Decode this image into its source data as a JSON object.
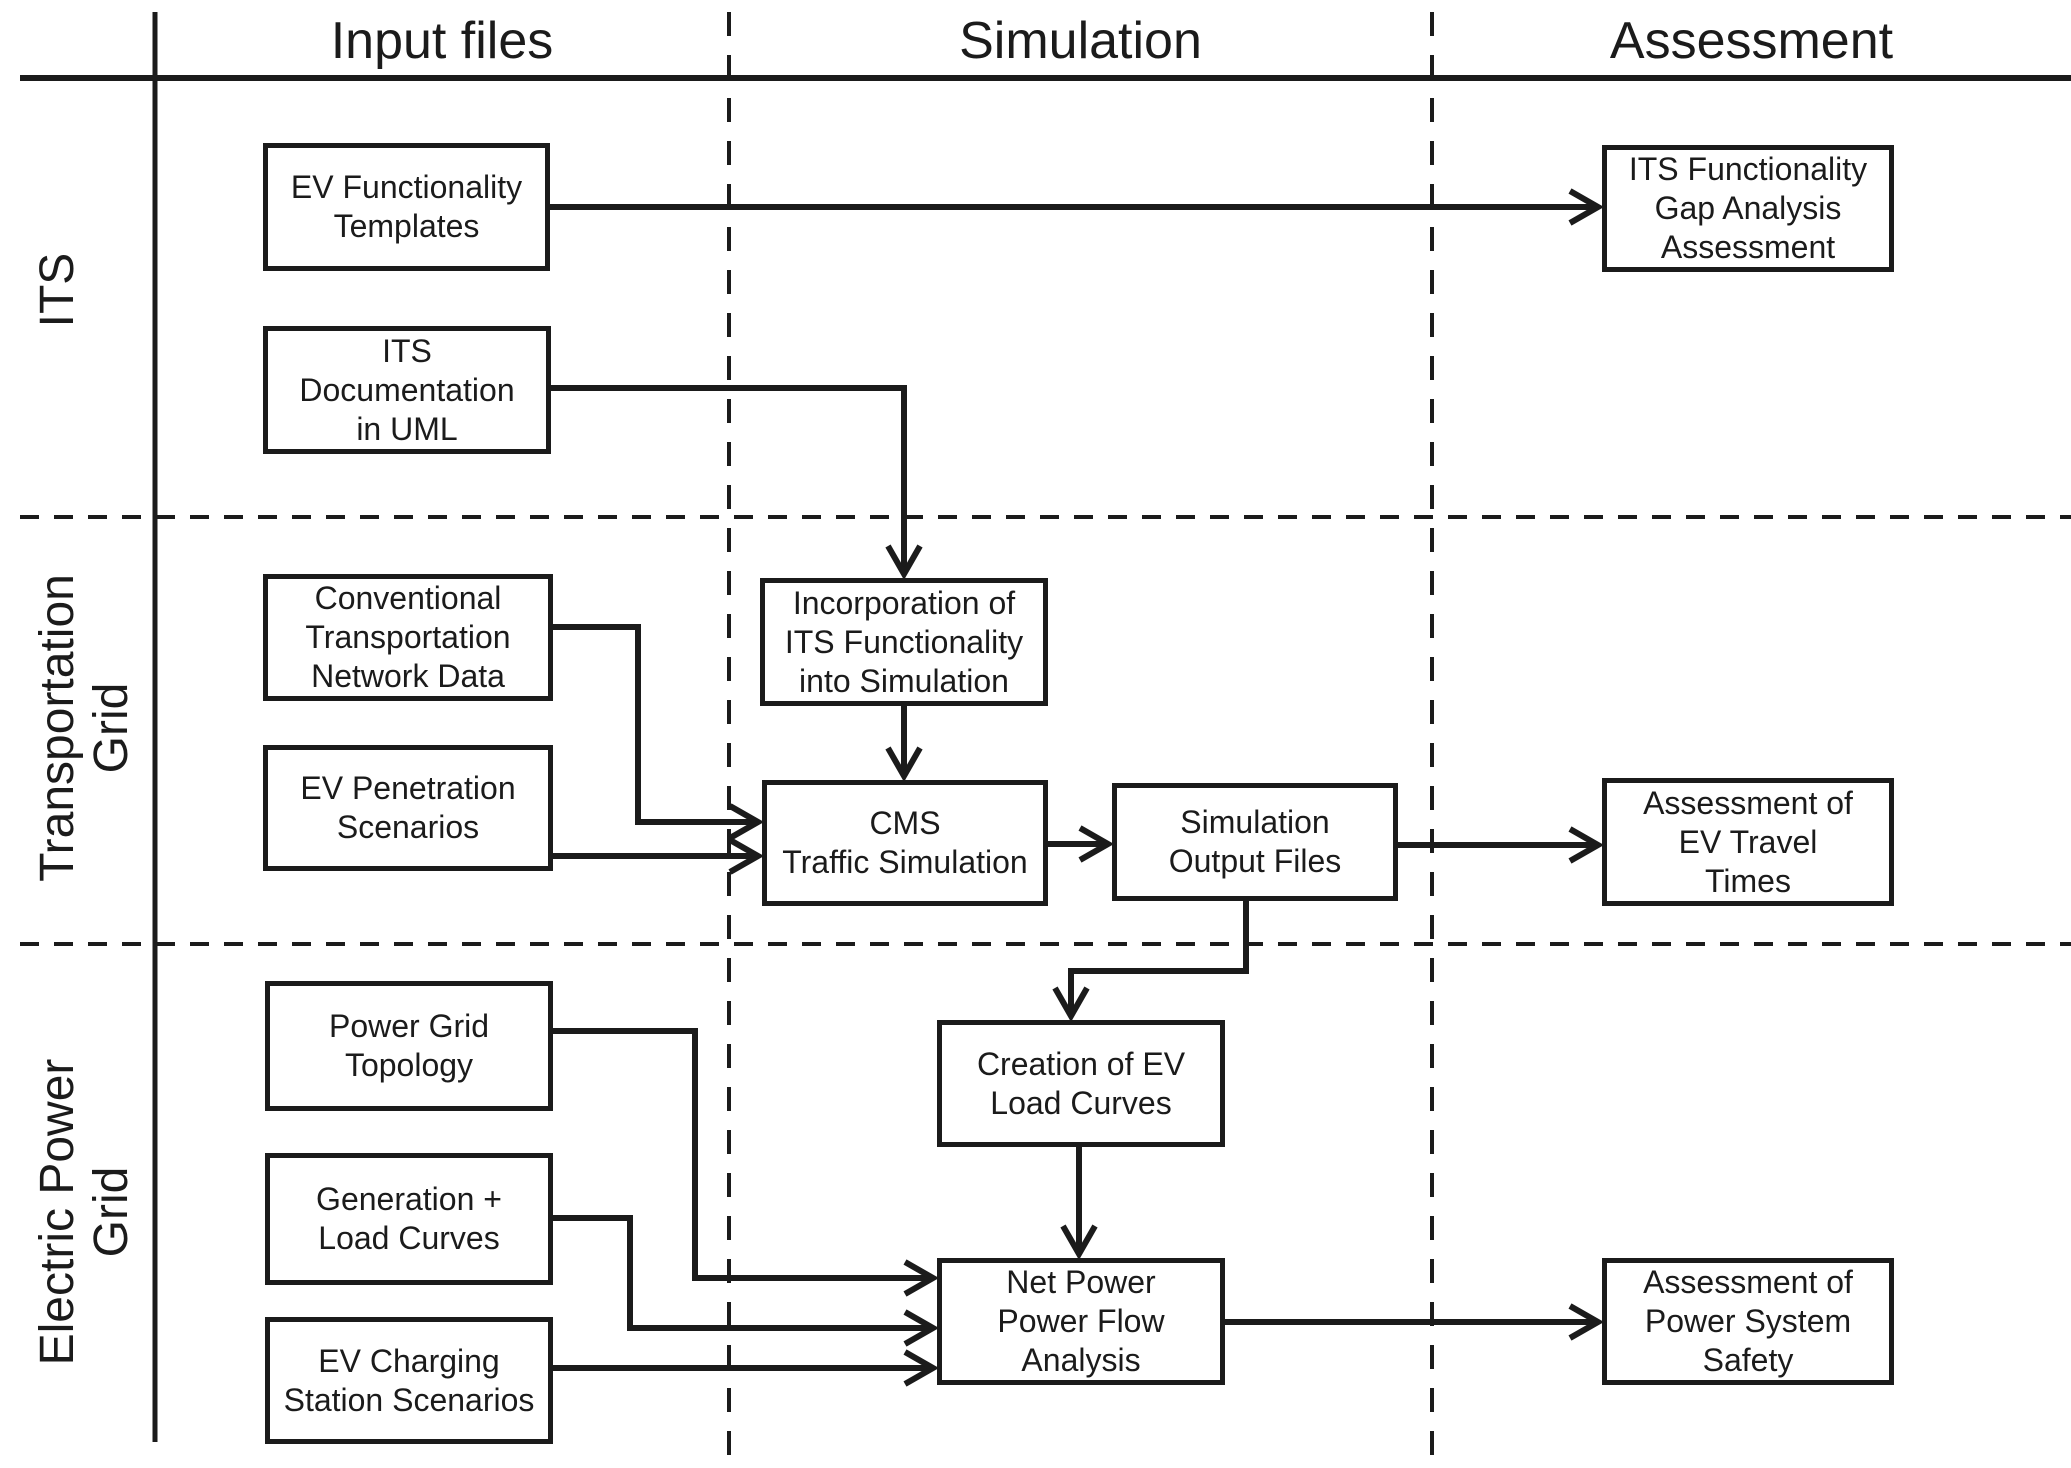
{
  "diagram": {
    "title_columns": [
      "Input files",
      "Simulation",
      "Assessment"
    ],
    "row_labels": [
      {
        "lines": [
          "ITS"
        ]
      },
      {
        "lines": [
          "Transportation",
          "Grid"
        ]
      },
      {
        "lines": [
          "Electric Power",
          "Grid"
        ]
      }
    ],
    "nodes": {
      "ev_templates": {
        "lines": [
          "EV Functionality",
          "Templates"
        ]
      },
      "its_doc": {
        "lines": [
          "ITS",
          "Documentation",
          "in UML"
        ]
      },
      "conventional": {
        "lines": [
          "Conventional",
          "Transportation",
          "Network Data"
        ]
      },
      "penetration": {
        "lines": [
          "EV Penetration",
          "Scenarios"
        ]
      },
      "topology": {
        "lines": [
          "Power Grid",
          "Topology"
        ]
      },
      "generation": {
        "lines": [
          "Generation +",
          "Load Curves"
        ]
      },
      "charging": {
        "lines": [
          "EV Charging",
          "Station Scenarios"
        ]
      },
      "incorporation": {
        "lines": [
          "Incorporation of",
          "ITS Functionality",
          "into Simulation"
        ]
      },
      "cms": {
        "lines": [
          "CMS",
          "Traffic Simulation"
        ]
      },
      "sim_output": {
        "lines": [
          "Simulation",
          "Output Files"
        ]
      },
      "creation": {
        "lines": [
          "Creation of EV",
          "Load Curves"
        ]
      },
      "netpower": {
        "lines": [
          "Net Power",
          "Power Flow",
          "Analysis"
        ]
      },
      "its_gap": {
        "lines": [
          "ITS Functionality",
          "Gap Analysis",
          "Assessment"
        ]
      },
      "travel": {
        "lines": [
          "Assessment of",
          "EV Travel",
          "Times"
        ]
      },
      "safety": {
        "lines": [
          "Assessment of",
          "Power System",
          "Safety"
        ]
      }
    },
    "edges": [
      {
        "from": "EV Functionality Templates",
        "to": "ITS Functionality Gap Analysis Assessment"
      },
      {
        "from": "ITS Documentation in UML",
        "to": "Incorporation of ITS Functionality into Simulation"
      },
      {
        "from": "Incorporation of ITS Functionality into Simulation",
        "to": "CMS Traffic Simulation"
      },
      {
        "from": "Conventional Transportation Network Data",
        "to": "CMS Traffic Simulation"
      },
      {
        "from": "EV Penetration Scenarios",
        "to": "CMS Traffic Simulation"
      },
      {
        "from": "CMS Traffic Simulation",
        "to": "Simulation Output Files"
      },
      {
        "from": "Simulation Output Files",
        "to": "Assessment of EV Travel Times"
      },
      {
        "from": "Simulation Output Files",
        "to": "Creation of EV Load Curves"
      },
      {
        "from": "Creation of EV Load Curves",
        "to": "Net Power Power Flow Analysis"
      },
      {
        "from": "Power Grid Topology",
        "to": "Net Power Power Flow Analysis"
      },
      {
        "from": "Generation + Load Curves",
        "to": "Net Power Power Flow Analysis"
      },
      {
        "from": "EV Charging Station Scenarios",
        "to": "Net Power Power Flow Analysis"
      },
      {
        "from": "Net Power Power Flow Analysis",
        "to": "Assessment of Power System Safety"
      }
    ],
    "colors": {
      "ink": "#1b1b1b",
      "background": "#ffffff"
    }
  }
}
